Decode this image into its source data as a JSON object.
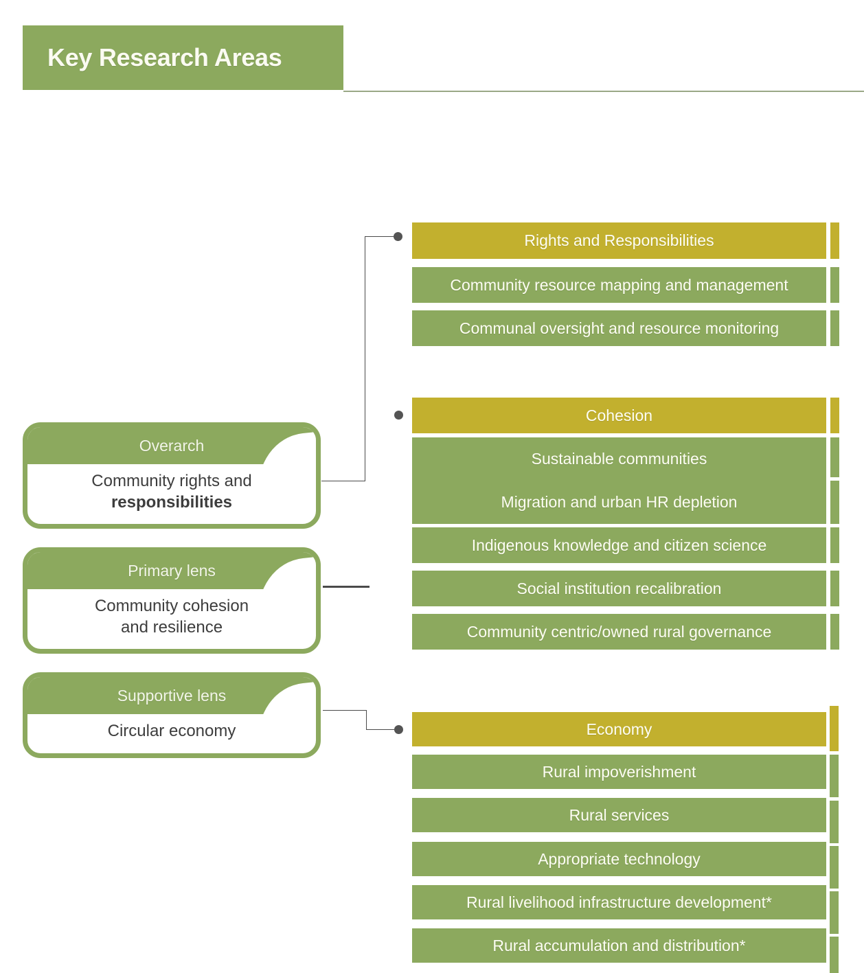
{
  "header": {
    "title": "Key Research Areas"
  },
  "left_cards": [
    {
      "kind": "Overarch",
      "line1": "Community rights and",
      "line2": "responsibilities"
    },
    {
      "kind": "Primary lens",
      "line1": "Community cohesion",
      "line2": "and resilience"
    },
    {
      "kind": "Supportive lens",
      "line1": "Circular economy",
      "line2": ""
    }
  ],
  "groups": [
    {
      "heading": "Rights and Responsibilities",
      "items": [
        "Community resource mapping and management",
        "Communal oversight and resource monitoring"
      ]
    },
    {
      "heading": "Cohesion",
      "items": [
        "Sustainable communities",
        "Migration and urban HR depletion",
        "Indigenous knowledge and citizen science",
        "Social institution recalibration",
        "Community centric/owned rural governance"
      ]
    },
    {
      "heading": "Economy",
      "items": [
        "Rural impoverishment",
        "Rural  services",
        "Appropriate technology",
        "Rural livelihood infrastructure development*",
        "Rural accumulation and distribution*"
      ]
    }
  ],
  "colors": {
    "green": "#8ca95e",
    "gold": "#c2b02e",
    "title_text": "#fbfbf2",
    "body_text": "#3d3d3d",
    "connector": "#4a4a4a",
    "rule": "#9aa886"
  }
}
